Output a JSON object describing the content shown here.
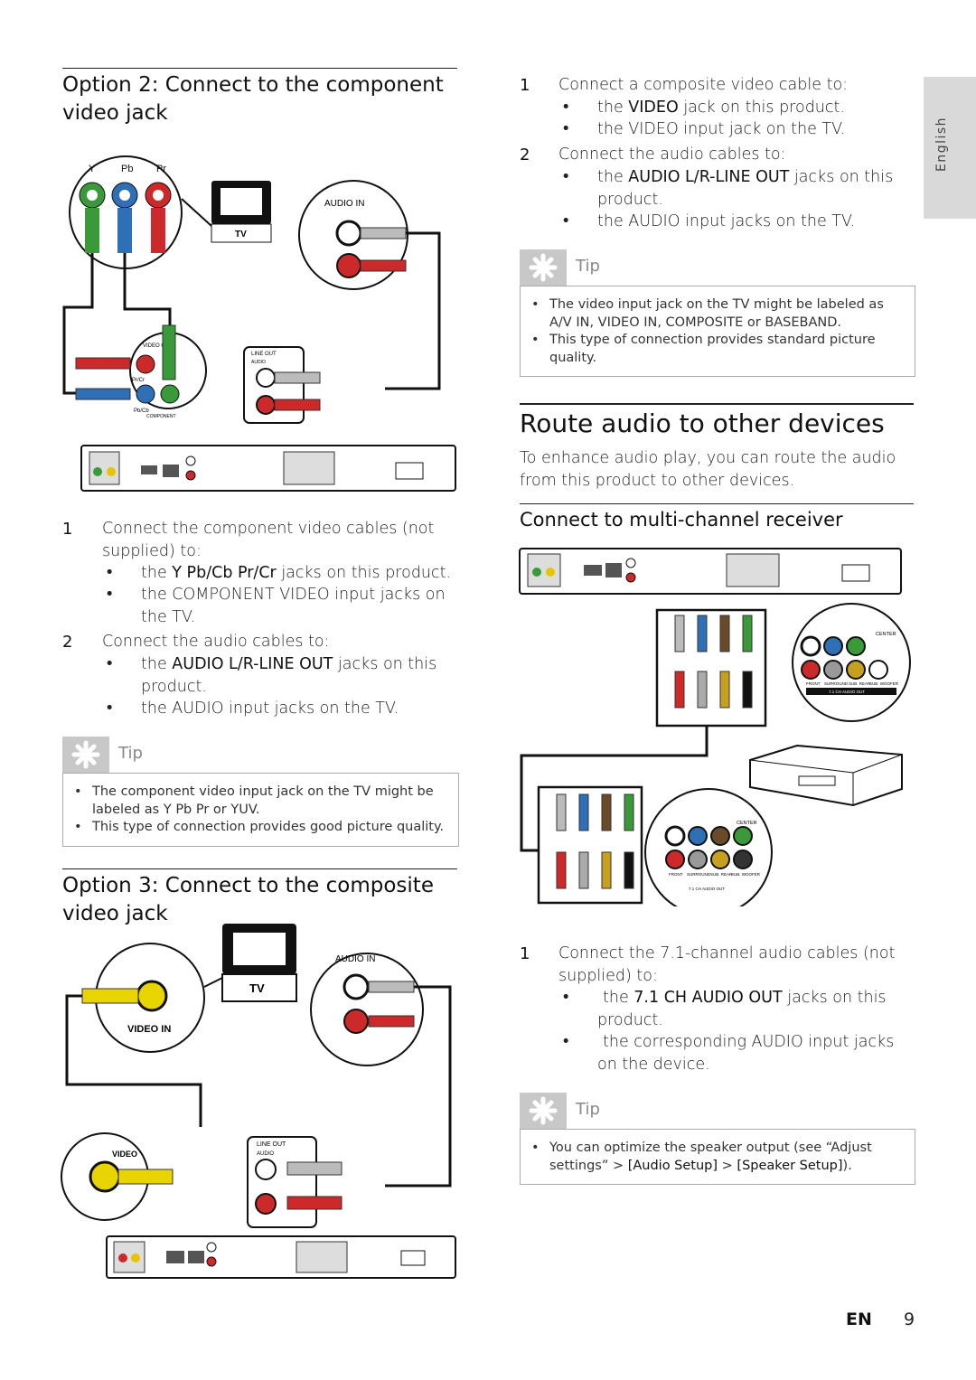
{
  "side_tab": {
    "language": "English"
  },
  "option2": {
    "heading": "Option 2: Connect to the component video jack",
    "diagram_labels": {
      "y": "Y",
      "pb": "Pb",
      "pr": "Pr",
      "audio_in": "AUDIO IN",
      "tv": "TV",
      "video_out": "VIDEO OUT",
      "line_out": "LINE OUT",
      "audio": "AUDIO",
      "component": "COMPONENT",
      "pr_cr": "Pr/Cr",
      "pb_cb": "Pb/Cb"
    },
    "step1_num": "1",
    "step1_text": "Connect the component video cables (not supplied) to:",
    "step1_bullet1_pre": "the ",
    "step1_bullet1_bold": "Y Pb/Cb Pr/Cr",
    "step1_bullet1_post": " jacks on this product.",
    "step1_bullet2": "the COMPONENT VIDEO input jacks on the TV.",
    "step2_num": "2",
    "step2_text": "Connect the audio cables to:",
    "step2_bullet1_pre": "the ",
    "step2_bullet1_bold": "AUDIO L/R-LINE OUT",
    "step2_bullet1_post": " jacks on this product.",
    "step2_bullet2": "the AUDIO input jacks on the TV.",
    "tip_label": "Tip",
    "tip1": "The component video input jack on the TV might be labeled as Y Pb Pr or YUV.",
    "tip2": "This type of connection provides good picture quality."
  },
  "option3": {
    "heading": "Option 3: Connect to the composite video jack",
    "diagram_labels": {
      "tv": "TV",
      "audio_in": "AUDIO IN",
      "video_in": "VIDEO IN",
      "video": "VIDEO",
      "line_out": "LINE OUT",
      "audio": "AUDIO"
    }
  },
  "composite_steps": {
    "step1_num": "1",
    "step1_text": "Connect a composite video cable to:",
    "step1_bullet1_pre": "the ",
    "step1_bullet1_bold": "VIDEO",
    "step1_bullet1_post": " jack on this product.",
    "step1_bullet2": "the VIDEO input jack on the TV.",
    "step2_num": "2",
    "step2_text": "Connect the audio cables to:",
    "step2_bullet1_pre": "the ",
    "step2_bullet1_bold": "AUDIO L/R-LINE OUT",
    "step2_bullet1_post": " jacks on this product.",
    "step2_bullet2": "the AUDIO input jacks on the TV.",
    "tip_label": "Tip",
    "tip1": "The video input jack on the TV might be labeled as A/V IN, VIDEO IN, COMPOSITE or BASEBAND.",
    "tip2": "This type of connection provides standard picture quality."
  },
  "route": {
    "title": "Route audio to other devices",
    "intro": "To enhance audio play, you can route the audio from this product to other devices.",
    "subheading": "Connect to multi-channel receiver",
    "diagram_labels": {
      "center": "CENTER",
      "front": "FRONT",
      "surround": "SURROUND",
      "sub_rear": "SUB. REAR",
      "sub_woofer": "SUB. WOOFER",
      "ch_audio_out": "7.1 CH AUDIO OUT"
    },
    "step1_num": "1",
    "step1_text": "Connect the 7.1-channel audio cables (not supplied) to:",
    "bullet1_pre": "the ",
    "bullet1_bold": "7.1 CH AUDIO OUT",
    "bullet1_post": " jacks on this product.",
    "bullet2": "the corresponding AUDIO input jacks on the device.",
    "tip_label": "Tip",
    "tip1_pre": "You can optimize the speaker output (see “Adjust settings” > ",
    "tip1_link1": "[Audio Setup]",
    "tip1_mid": " > ",
    "tip1_link2": "[Speaker Setup]",
    "tip1_post": ")."
  },
  "footer": {
    "lang_code": "EN",
    "page_number": "9"
  }
}
